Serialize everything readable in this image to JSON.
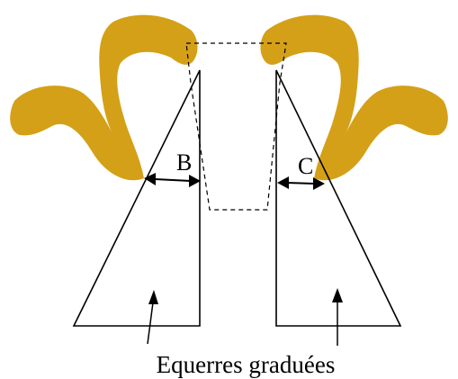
{
  "labels": {
    "measure_b": "B",
    "measure_c": "C",
    "caption": "Equerres graduées"
  },
  "colors": {
    "horn": "#D4A017",
    "line": "#000000",
    "background": "#FFFFFF"
  }
}
